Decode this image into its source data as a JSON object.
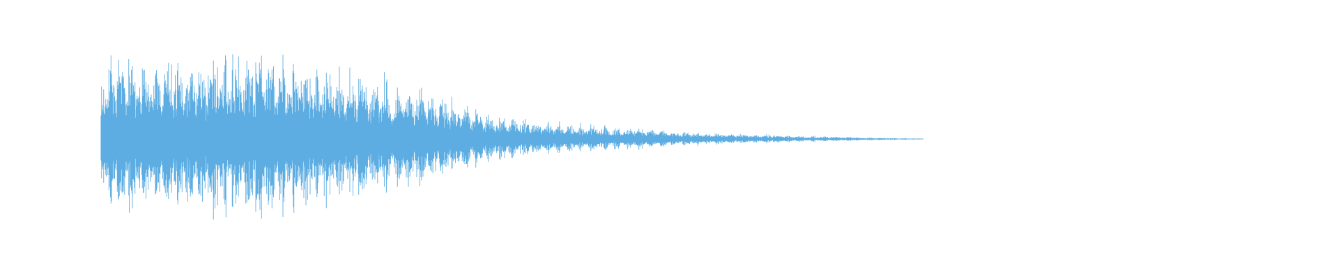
{
  "waveform": {
    "color": "#5dade2",
    "background": "#ffffff",
    "shape": "decaying-audio-burst",
    "envelope": [
      {
        "t": 0.0,
        "amp": 0.9
      },
      {
        "t": 0.08,
        "amp": 0.93
      },
      {
        "t": 0.16,
        "amp": 0.9
      },
      {
        "t": 0.24,
        "amp": 0.95
      },
      {
        "t": 0.32,
        "amp": 0.72
      },
      {
        "t": 0.4,
        "amp": 0.55
      },
      {
        "t": 0.48,
        "amp": 0.28
      },
      {
        "t": 0.56,
        "amp": 0.18
      },
      {
        "t": 0.64,
        "amp": 0.13
      },
      {
        "t": 0.72,
        "amp": 0.08
      },
      {
        "t": 0.8,
        "amp": 0.05
      },
      {
        "t": 0.88,
        "amp": 0.03
      },
      {
        "t": 0.94,
        "amp": 0.015
      },
      {
        "t": 1.0,
        "amp": 0.005
      }
    ]
  }
}
